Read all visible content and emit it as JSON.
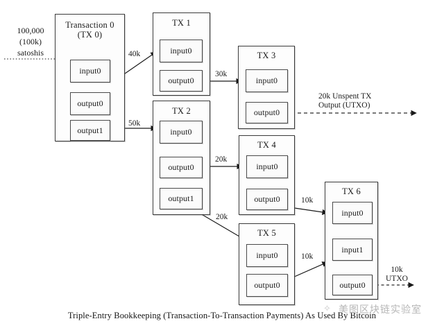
{
  "diagram": {
    "caption": "Triple-Entry Bookkeeping (Transaction-To-Transaction Payments) As Used By Bitcoin",
    "source_label": "100,000\n(100k)\nsatoshis",
    "watermark": "美图区块链实验室",
    "watermark_mark": "✧",
    "colors": {
      "ink": "#1a1a1a",
      "box_border": "#3a3a3a",
      "slot_border": "#4a4a4a",
      "background": "#ffffff"
    }
  },
  "transactions": [
    {
      "id": "tx0",
      "title": "Transaction 0\n(TX 0)",
      "slots": [
        {
          "name": "input0",
          "label": "input0",
          "kind": "input"
        },
        {
          "name": "output0",
          "label": "output0",
          "kind": "output"
        },
        {
          "name": "output1",
          "label": "output1",
          "kind": "output"
        }
      ]
    },
    {
      "id": "tx1",
      "title": "TX 1",
      "slots": [
        {
          "name": "input0",
          "label": "input0",
          "kind": "input"
        },
        {
          "name": "output0",
          "label": "output0",
          "kind": "output"
        }
      ]
    },
    {
      "id": "tx2",
      "title": "TX 2",
      "slots": [
        {
          "name": "input0",
          "label": "input0",
          "kind": "input"
        },
        {
          "name": "output0",
          "label": "output0",
          "kind": "output"
        },
        {
          "name": "output1",
          "label": "output1",
          "kind": "output"
        }
      ]
    },
    {
      "id": "tx3",
      "title": "TX 3",
      "slots": [
        {
          "name": "input0",
          "label": "input0",
          "kind": "input"
        },
        {
          "name": "output0",
          "label": "output0",
          "kind": "output"
        }
      ]
    },
    {
      "id": "tx4",
      "title": "TX 4",
      "slots": [
        {
          "name": "input0",
          "label": "input0",
          "kind": "input"
        },
        {
          "name": "output0",
          "label": "output0",
          "kind": "output"
        }
      ]
    },
    {
      "id": "tx5",
      "title": "TX 5",
      "slots": [
        {
          "name": "input0",
          "label": "input0",
          "kind": "input"
        },
        {
          "name": "output0",
          "label": "output0",
          "kind": "output"
        }
      ]
    },
    {
      "id": "tx6",
      "title": "TX 6",
      "slots": [
        {
          "name": "input0",
          "label": "input0",
          "kind": "input"
        },
        {
          "name": "input1",
          "label": "input1",
          "kind": "input"
        },
        {
          "name": "output0",
          "label": "output0",
          "kind": "output"
        }
      ]
    }
  ],
  "flows": [
    {
      "name": "source-to-tx0-input0",
      "label": "",
      "amount": "100k",
      "style": "dotted",
      "from": "external",
      "to": "tx0.input0"
    },
    {
      "name": "tx0-output0-to-tx1-input0",
      "label": "40k",
      "style": "solid",
      "from": "tx0.output0",
      "to": "tx1.input0"
    },
    {
      "name": "tx0-output1-to-tx2-input0",
      "label": "50k",
      "style": "solid",
      "from": "tx0.output1",
      "to": "tx2.input0"
    },
    {
      "name": "tx1-output0-to-tx3-input0",
      "label": "30k",
      "style": "solid",
      "from": "tx1.output0",
      "to": "tx3.input0"
    },
    {
      "name": "tx2-output0-to-tx4-input0",
      "label": "20k",
      "style": "solid",
      "from": "tx2.output0",
      "to": "tx4.input0"
    },
    {
      "name": "tx2-output1-to-tx5-input0",
      "label": "20k",
      "style": "solid",
      "from": "tx2.output1",
      "to": "tx5.input0"
    },
    {
      "name": "tx3-output0-utxo",
      "label": "20k Unspent TX\nOutput (UTXO)",
      "style": "dashed",
      "from": "tx3.output0",
      "to": "utxo"
    },
    {
      "name": "tx4-output0-to-tx6-input0",
      "label": "10k",
      "style": "solid",
      "from": "tx4.output0",
      "to": "tx6.input0"
    },
    {
      "name": "tx5-output0-to-tx6-input1",
      "label": "10k",
      "style": "solid",
      "from": "tx5.output0",
      "to": "tx6.input1"
    },
    {
      "name": "tx6-output0-utxo",
      "label": "10k\nUTXO",
      "style": "dashed",
      "from": "tx6.output0",
      "to": "utxo"
    }
  ]
}
